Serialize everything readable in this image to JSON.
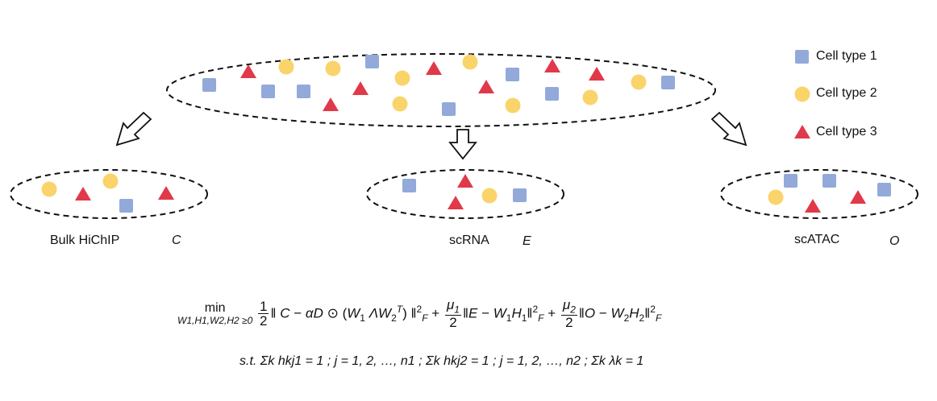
{
  "colors": {
    "cell_type_1": "#92A9DA",
    "cell_type_2": "#FAD46A",
    "cell_type_3": "#E0394A"
  },
  "legend": [
    {
      "label": "Cell type 1",
      "shape": "square"
    },
    {
      "label": "Cell type 2",
      "shape": "circle"
    },
    {
      "label": "Cell type 3",
      "shape": "triangle"
    }
  ],
  "samples": {
    "bulk": {
      "label": "Bulk HiChIP",
      "var": "C"
    },
    "scrna": {
      "label": "scRNA",
      "var": "E"
    },
    "scatac": {
      "label": "scATAC",
      "var": "O"
    }
  },
  "formula": {
    "min": "min",
    "min_sub": "W1,H1,W2,H2 ≥0",
    "line2": "s.t. Σk hkj1 = 1 ; j = 1, 2, …, n1 ; Σk hkj2 = 1 ; j = 1, 2, …, n2 ; Σk λk = 1"
  }
}
